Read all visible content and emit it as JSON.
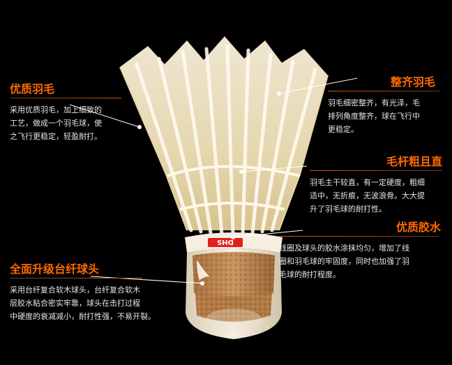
{
  "callouts": [
    {
      "id": "quality-feather",
      "title": "优质羽毛",
      "text": "采用优质羽毛，加上细致的\n工艺，做成一个羽毛球，使\n之飞行更稳定，轻盈耐打。"
    },
    {
      "id": "neat-feather",
      "title": "整齐羽毛",
      "text": "羽毛细密整齐，有光泽，毛\n排列角度整齐，球在飞行中\n更稳定。"
    },
    {
      "id": "thick-shaft",
      "title": "毛杆粗且直",
      "text": "羽毛主干较直，有一定硬度，粗细\n适中，无折痕，无波浪骨。大大提\n升了羽毛球的耐打性。"
    },
    {
      "id": "quality-glue",
      "title": "优质胶水",
      "text": "线圈及球头的胶水涂抹均匀，增加了线\n圈和羽毛球的牢固度，同时也加强了羽\n毛球的耐打程度。"
    },
    {
      "id": "cork-head",
      "title": "全面升级台纤球头",
      "text": "采用台纤复合软木球头，台纤复合软木\n层胶水粘合密实牢靠，球头在击打过程\n中硬度的衰减减小，耐打性强，不易开裂。"
    }
  ],
  "product": {
    "band_label": "DHS"
  },
  "colors": {
    "accent": "#ff6a00",
    "background": "#000000"
  }
}
